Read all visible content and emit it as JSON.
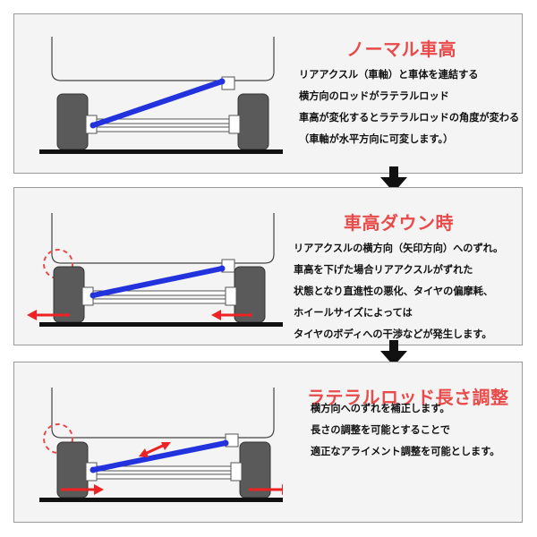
{
  "colors": {
    "title_red": "#e94b4b",
    "rod_blue": "#2233dd",
    "arrow_red": "#ee2222",
    "tire": "#5a5a5a",
    "ground": "#111111",
    "panel_bg": "#f4f4f4"
  },
  "panels": [
    {
      "title": "ノーマル車高",
      "lines": [
        "リアアクスル（車軸）と車体を連結する",
        "横方向のロッドがラテラルロッド",
        "車高が変化するとラテラルロッドの角度が変わる",
        "（車軸が水平方向に可変します。）"
      ]
    },
    {
      "title": "車高ダウン時",
      "lines": [
        "リアアクスルの横方向（矢印方向）へのずれ。",
        "車高を下げた場合リアアクスルがずれた",
        "状態となり直進性の悪化、タイヤの偏摩耗、",
        "ホイールサイズによっては",
        "タイヤのボディへの干渉などが発生します。"
      ]
    },
    {
      "title": "ラテラルロッド長さ調整",
      "lines": [
        "横方向へのずれを補正します。",
        "長さの調整を可能とすることで",
        "適正なアライメント調整を可能とします。"
      ]
    }
  ],
  "icons": {
    "flow_arrow": "down-arrow-icon",
    "offset_marker": "dashed-circle-icon",
    "shift_arrow": "red-arrow-icon",
    "adjust_arrow": "double-arrow-icon"
  }
}
